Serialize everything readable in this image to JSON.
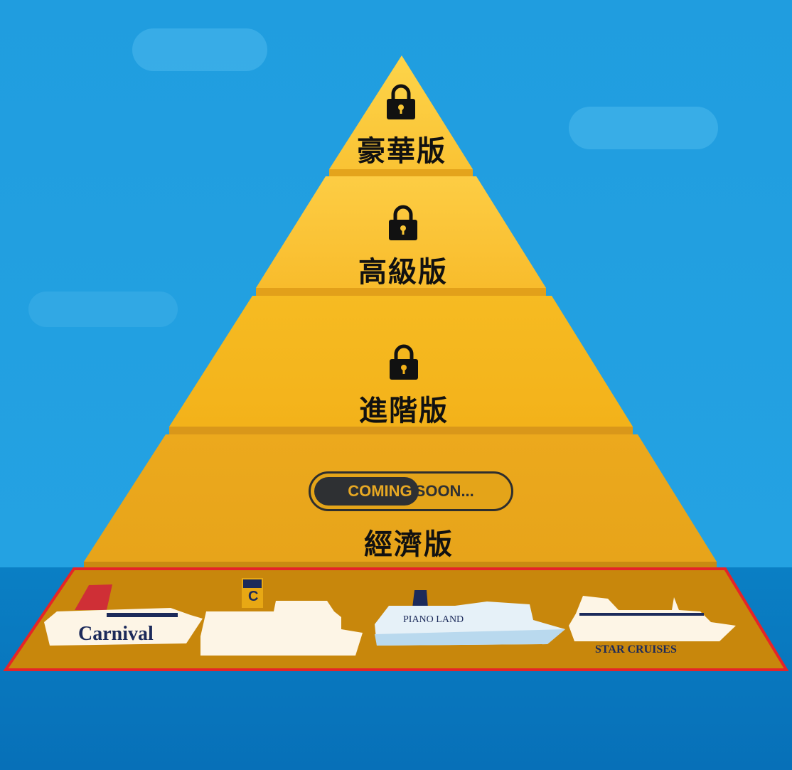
{
  "tiers": [
    {
      "label": "豪華版",
      "locked": true
    },
    {
      "label": "高級版",
      "locked": true
    },
    {
      "label": "進階版",
      "locked": true
    },
    {
      "label": "經濟版",
      "locked": false,
      "status": {
        "coming": "COMING",
        "soon": "SOON...",
        "progress_fraction": 0.52
      }
    }
  ],
  "base": {
    "brands": [
      "Carnival",
      "PIANO LAND",
      "STAR CRUISES"
    ],
    "funnel_letter": "C"
  },
  "colors": {
    "sky": "#22a0e0",
    "sea": "#0a7dc2",
    "highlight": "#e52428",
    "base": "#c8870c"
  }
}
